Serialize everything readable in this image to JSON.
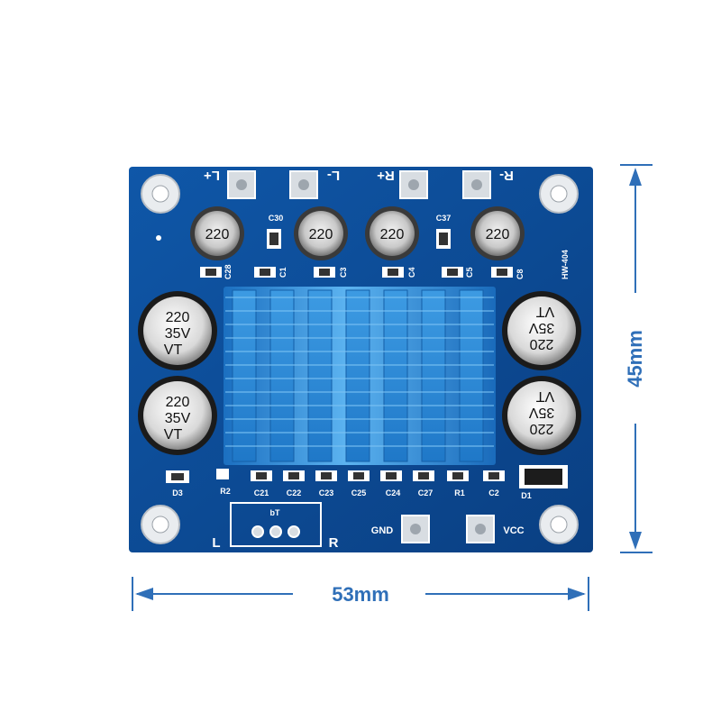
{
  "dimensions": {
    "width_label": "53mm",
    "height_label": "45mm"
  },
  "board": {
    "model_label": "HW-404",
    "output_labels": {
      "l_plus": "L+",
      "l_minus": "L-",
      "r_plus": "R+",
      "r_minus": "R-"
    },
    "power_labels": {
      "gnd": "GND",
      "vcc": "VCC"
    },
    "connector_labels": {
      "left": "L",
      "right": "R",
      "pin_mark": "bT"
    },
    "inductor_marking": "220",
    "capacitor_marking": {
      "value": "220",
      "voltage": "35V",
      "series": "VT"
    },
    "component_labels": {
      "c30": "C30",
      "c37": "C37",
      "c28": "C28",
      "c1": "C1",
      "c3": "C3",
      "c4": "C4",
      "c5": "C5",
      "c8": "C8",
      "d3": "D3",
      "r2": "R2",
      "c21": "C21",
      "c22": "C22",
      "c23": "C23",
      "c25": "C25",
      "c24": "C24",
      "c27": "C27",
      "r1": "R1",
      "c2": "C2",
      "d1": "D1"
    }
  },
  "colors": {
    "pcb": "#0d4e9a",
    "heatsink": "#2c8fdb",
    "dimension_lines": "#2f6fb8"
  }
}
